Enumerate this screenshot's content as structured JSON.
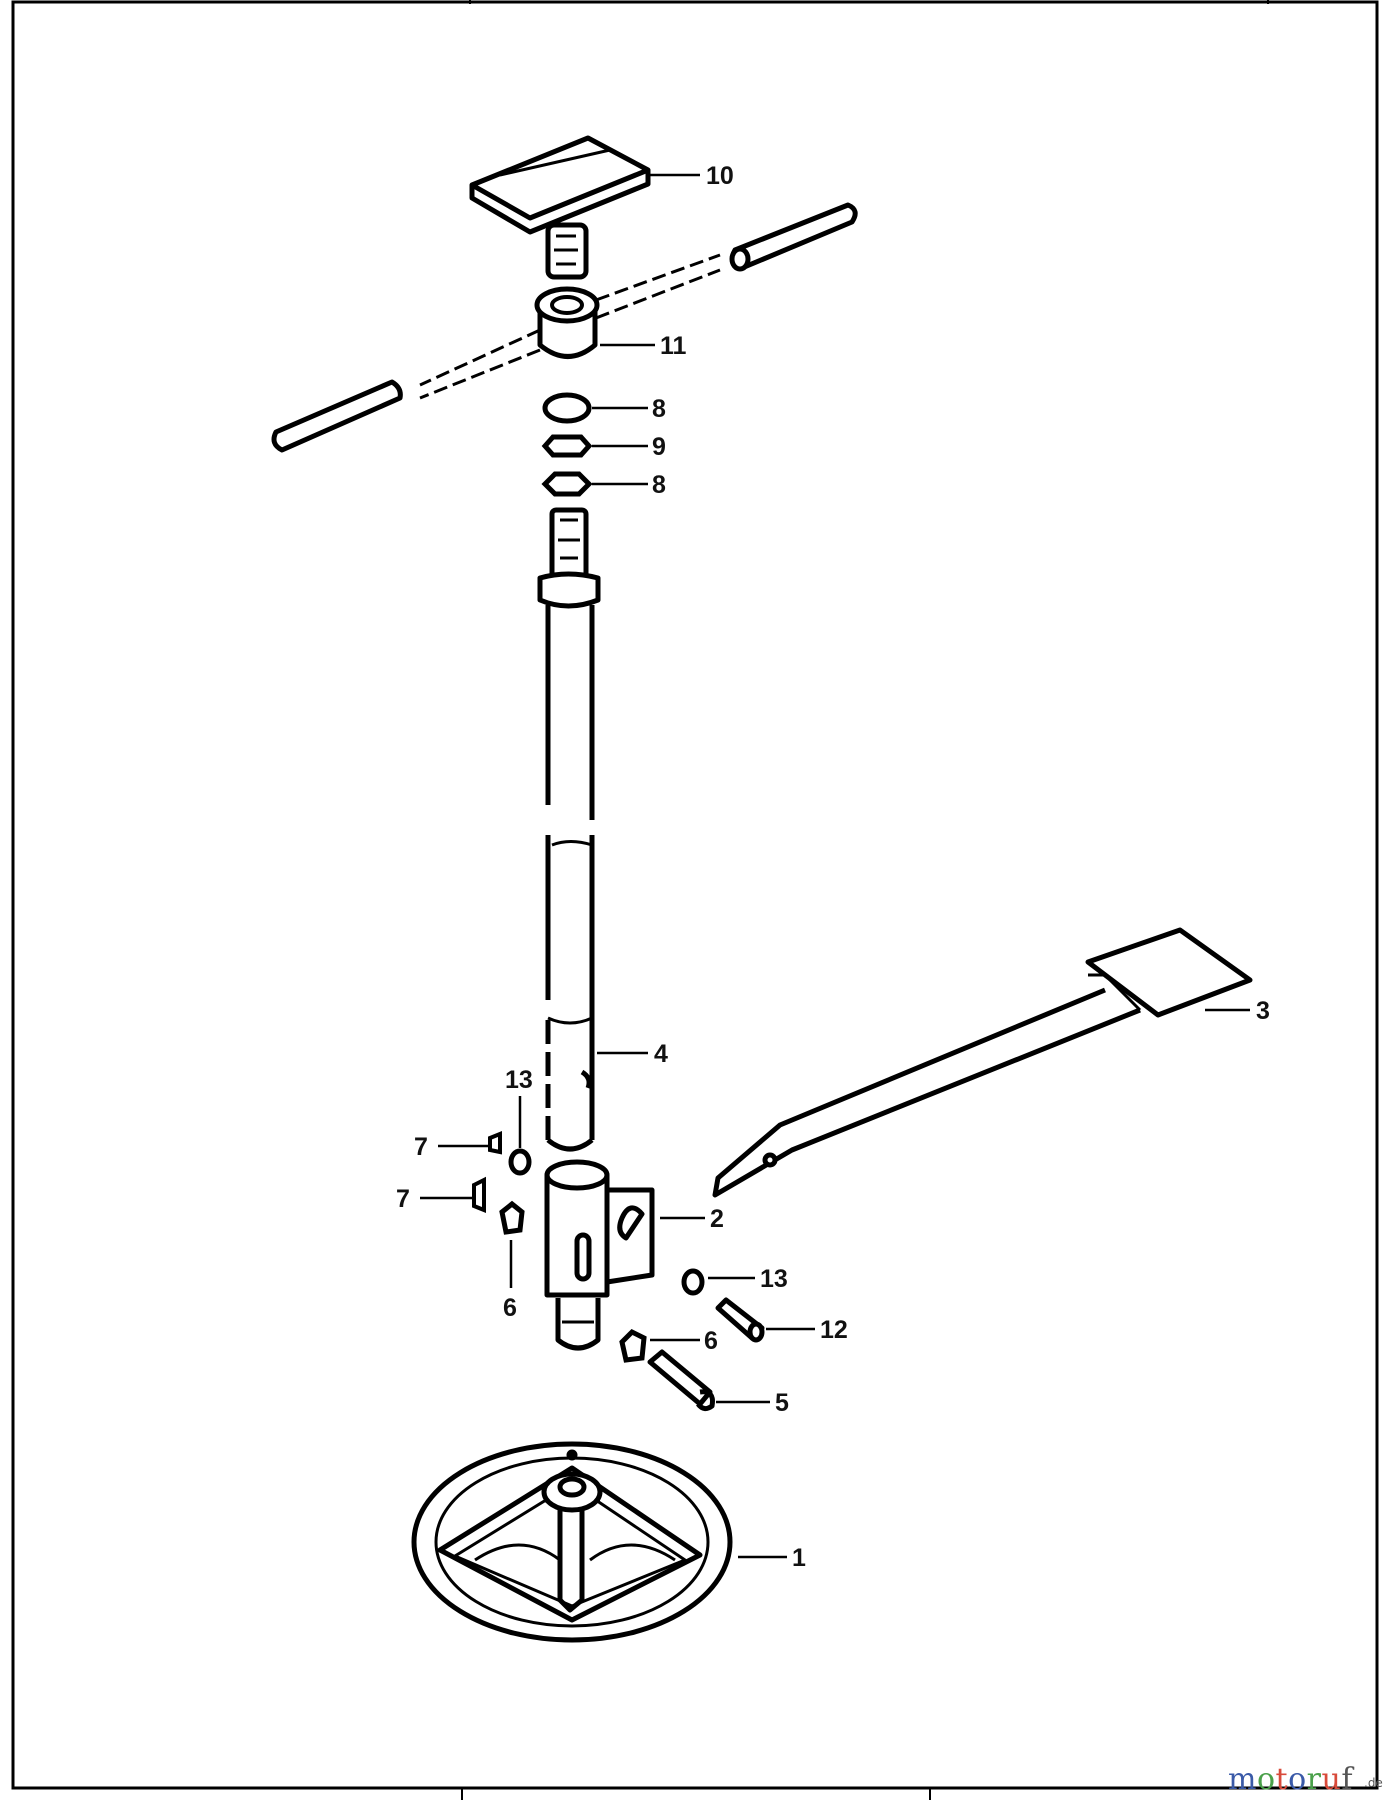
{
  "callouts": {
    "p10": "10",
    "p11": "11",
    "p8a": "8",
    "p9": "9",
    "p8b": "8",
    "p3": "3",
    "p4": "4",
    "p13a": "13",
    "p7a": "7",
    "p7b": "7",
    "p2": "2",
    "p6a": "6",
    "p13b": "13",
    "p12": "12",
    "p6b": "6",
    "p5": "5",
    "p1": "1"
  },
  "watermark": {
    "m": "m",
    "o1": "o",
    "t": "t",
    "o2": "o",
    "r": "r",
    "u": "u",
    "f": "f",
    "tld": ".de"
  },
  "colors": {
    "line": "#000000",
    "background": "#ffffff",
    "watermark_blue": "#3a5aa8",
    "watermark_green": "#4aa04a",
    "watermark_red": "#d84a3a"
  }
}
